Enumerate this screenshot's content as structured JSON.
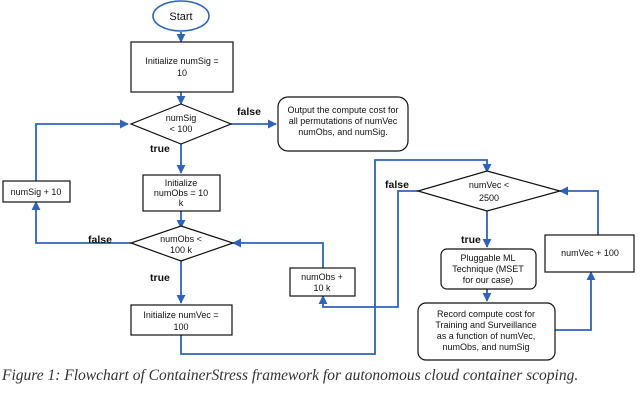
{
  "nodes": {
    "start": "Start",
    "init_numsig": [
      "Initialize numSig =",
      "10"
    ],
    "cond_numsig": [
      "numSig",
      "< 100"
    ],
    "output": [
      "Output the compute cost for",
      "all permutations of numVec",
      "numObs, and numSig."
    ],
    "incr_numsig": "numSig + 10",
    "init_numobs": [
      "Initialize",
      "numObs = 10",
      "k"
    ],
    "cond_numobs": [
      "numObs <",
      "100 k"
    ],
    "incr_numobs": [
      "numObs +",
      "10 k"
    ],
    "init_numvec": [
      "Initialize numVec =",
      "100"
    ],
    "cond_numvec": [
      "numVec <",
      "2500"
    ],
    "ml": [
      "Pluggable ML",
      "Technique (MSET",
      "for our case)"
    ],
    "incr_numvec": "numVec + 100",
    "record": [
      "Record compute cost for",
      "Training and Surveillance",
      "as a function of numVec,",
      "numObs, and numSig"
    ]
  },
  "labels": {
    "false": "false",
    "true": "true"
  },
  "colors": {
    "arrow": "#2f63b7",
    "stroke": "#111111"
  },
  "caption": "Figure 1: Flowchart of ContainerStress framework for autonomous cloud container scoping."
}
